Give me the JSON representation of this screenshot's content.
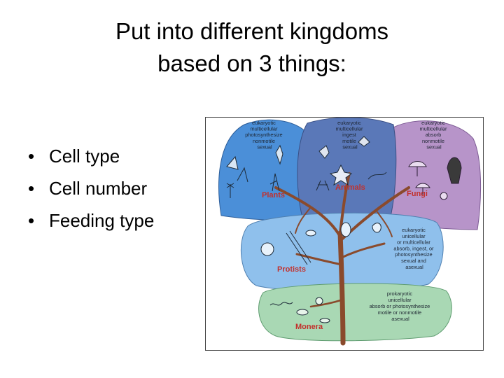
{
  "slide": {
    "title_lines": [
      "Put into different kingdoms",
      "based on 3 things:"
    ],
    "bullets": [
      "Cell type",
      "Cell number",
      "Feeding type"
    ]
  },
  "diagram": {
    "kingdoms": {
      "plants": {
        "name": "Plants",
        "traits": [
          "eukaryotic",
          "multicellular",
          "photosynthesize",
          "nonmotile",
          "sexual"
        ],
        "color": "#4b8fd8"
      },
      "animals": {
        "name": "Animals",
        "traits": [
          "eukaryotic",
          "multicellular",
          "ingest",
          "motile",
          "sexual"
        ],
        "color": "#5a78b8"
      },
      "fungi": {
        "name": "Fungi",
        "traits": [
          "eukaryotic",
          "multicellular",
          "absorb",
          "nonmotile",
          "sexual"
        ],
        "color": "#b794c9"
      },
      "protists": {
        "name": "Protists",
        "traits": [
          "eukaryotic",
          "unicellular",
          "or multicellular",
          "absorb, ingest, or",
          "photosynthesize",
          "sexual and",
          "asexual"
        ],
        "color": "#8fc0ec"
      },
      "monera": {
        "name": "Monera",
        "traits": [
          "prokaryotic",
          "unicellular",
          "absorb or photosynthesize",
          "motile or nonmotile",
          "asexual"
        ],
        "color": "#a9d8b4"
      }
    },
    "label_color": "#c2302c",
    "trunk_color": "#8a4a2c"
  }
}
